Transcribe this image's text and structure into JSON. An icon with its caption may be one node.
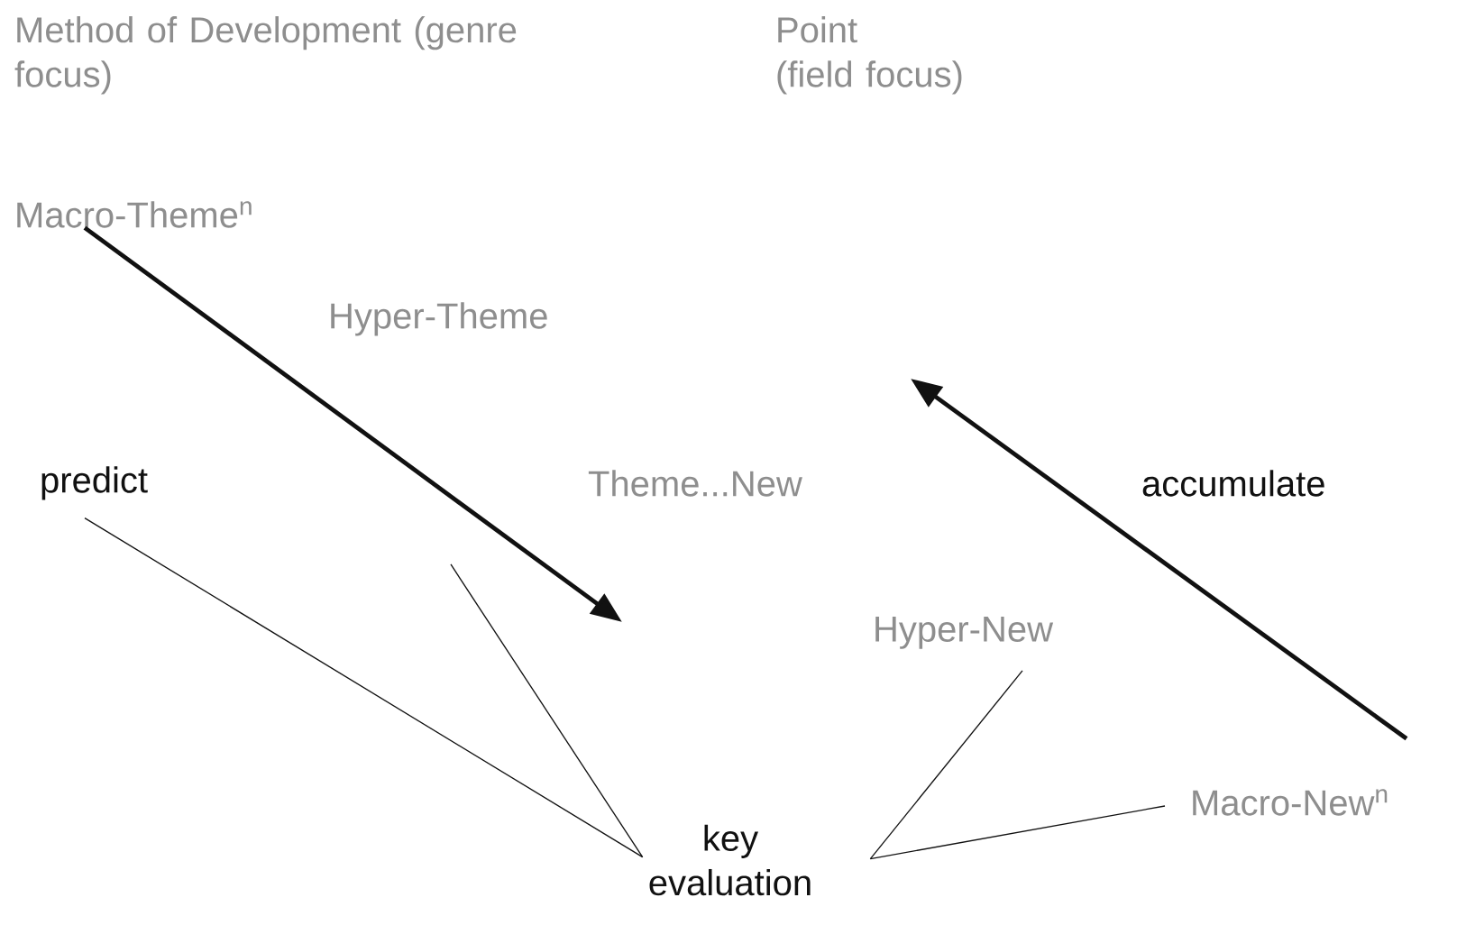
{
  "diagram": {
    "nodes": [
      {
        "text": [
          "Macro-Theme$^{n}$"
        ]
      },
      {
        "text": [
          "predict"
        ]
      },
      {
        "text": [
          "Hyper-New"
        ]
      },
      {
        "text": [
          "Macro-New$^{n}$"
        ]
      },
      {
        "text": [
          "key evaluation"
        ]
      }
    ],
    "edges": [
      {
        "from": 0,
        "to": null,
        "arrow": "to",
        "style": "thick"
      },
      {
        "from": 3,
        "to": null,
        "arrow": "to",
        "style": "thick"
      },
      {
        "from": 4,
        "to": 1,
        "arrow": "none"
      },
      {
        "from": 4,
        "to": null,
        "arrow": "none"
      },
      {
        "from": 4,
        "to": 2,
        "arrow": "none"
      },
      {
        "from": 4,
        "to": 3,
        "arrow": "none"
      }
    ],
    "labels": [
      "Method of Development (genre focus)",
      "Point (field focus)",
      "Hyper-Theme",
      "Theme...New",
      "accumulate"
    ]
  }
}
